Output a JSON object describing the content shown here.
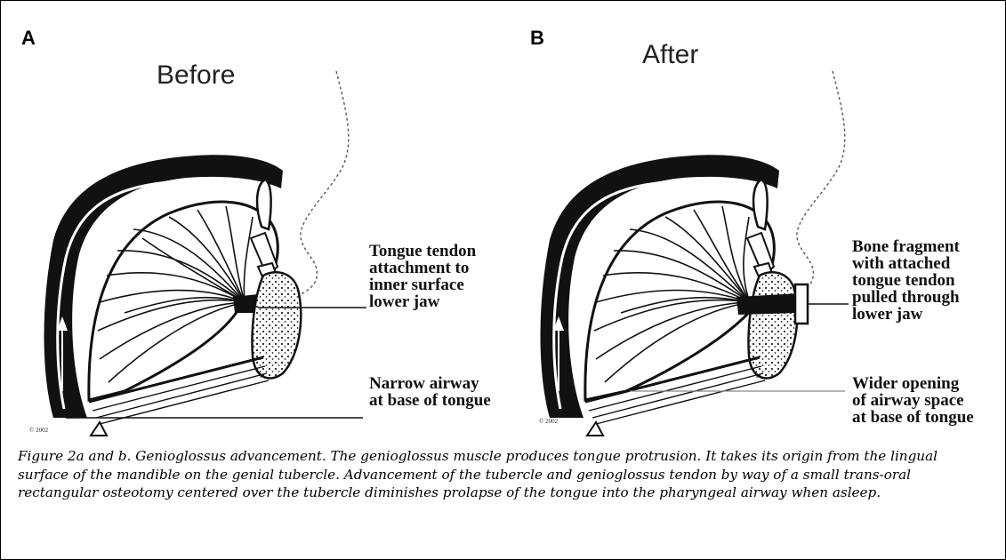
{
  "panels": [
    {
      "letter": "A",
      "heading": "Before",
      "label_tendon": "Tongue tendon\nattachment to\ninner surface\nlower jaw",
      "label_airway": "Narrow airway\nat base of tongue",
      "copyright": "© 2002"
    },
    {
      "letter": "B",
      "heading": "After",
      "label_tendon": "Bone fragment\nwith attached\ntongue tendon\npulled through\nlower jaw",
      "label_airway": "Wider opening\nof airway space\nat base of tongue",
      "copyright": "© 2002"
    }
  ],
  "caption": "Figure 2a and b. Genioglossus advancement. The genioglossus muscle produces tongue protrusion. It takes its origin from the lingual surface of the mandible on the genial tubercle. Advancement of the tubercle and genioglossus tendon by way of a small trans-oral rectangular osteotomy centered over the tubercle diminishes prolapse of the tongue into the pharyngeal airway when asleep."
}
